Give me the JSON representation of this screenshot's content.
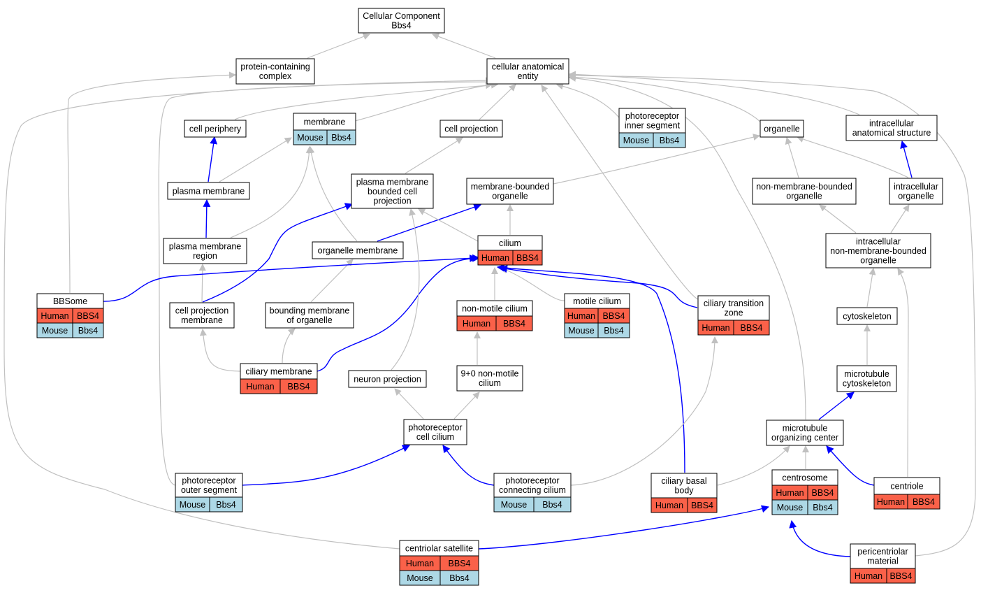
{
  "colors": {
    "human": "#fa6149",
    "mouse": "#add8e6",
    "is_a_edge": "#c0c0c0",
    "part_of_edge": "#0000ff"
  },
  "nodes": [
    {
      "id": "root",
      "lines": [
        "Cellular Component",
        "Bbs4"
      ]
    },
    {
      "id": "pcc",
      "lines": [
        "protein-containing",
        "complex"
      ]
    },
    {
      "id": "cae",
      "lines": [
        "cellular anatomical",
        "entity"
      ]
    },
    {
      "id": "cper",
      "lines": [
        "cell periphery"
      ]
    },
    {
      "id": "mem",
      "lines": [
        "membrane"
      ],
      "rows": [
        [
          "Mouse",
          "Bbs4"
        ]
      ]
    },
    {
      "id": "cproj",
      "lines": [
        "cell projection"
      ]
    },
    {
      "id": "pis",
      "lines": [
        "photoreceptor",
        "inner segment"
      ],
      "rows": [
        [
          "Mouse",
          "Bbs4"
        ]
      ]
    },
    {
      "id": "org",
      "lines": [
        "organelle"
      ]
    },
    {
      "id": "ias",
      "lines": [
        "intracellular",
        "anatomical structure"
      ]
    },
    {
      "id": "pm",
      "lines": [
        "plasma membrane"
      ]
    },
    {
      "id": "pmbcp",
      "lines": [
        "plasma membrane",
        "bounded cell",
        "projection"
      ]
    },
    {
      "id": "mbo",
      "lines": [
        "membrane-bounded",
        "organelle"
      ]
    },
    {
      "id": "nmbo",
      "lines": [
        "non-membrane-bounded",
        "organelle"
      ]
    },
    {
      "id": "io",
      "lines": [
        "intracellular",
        "organelle"
      ]
    },
    {
      "id": "pmr",
      "lines": [
        "plasma membrane",
        "region"
      ]
    },
    {
      "id": "om",
      "lines": [
        "organelle membrane"
      ]
    },
    {
      "id": "cil",
      "lines": [
        "cilium"
      ],
      "rows": [
        [
          "Human",
          "BBS4"
        ]
      ]
    },
    {
      "id": "inmbo",
      "lines": [
        "intracellular",
        "non-membrane-bounded",
        "organelle"
      ]
    },
    {
      "id": "bbs",
      "lines": [
        "BBSome"
      ],
      "rows": [
        [
          "Human",
          "BBS4"
        ],
        [
          "Mouse",
          "Bbs4"
        ]
      ]
    },
    {
      "id": "cpm",
      "lines": [
        "cell projection",
        "membrane"
      ]
    },
    {
      "id": "bmo",
      "lines": [
        "bounding membrane",
        "of organelle"
      ]
    },
    {
      "id": "nmc",
      "lines": [
        "non-motile cilium"
      ],
      "rows": [
        [
          "Human",
          "BBS4"
        ]
      ]
    },
    {
      "id": "mc",
      "lines": [
        "motile cilium"
      ],
      "rows": [
        [
          "Human",
          "BBS4"
        ],
        [
          "Mouse",
          "Bbs4"
        ]
      ]
    },
    {
      "id": "ctz",
      "lines": [
        "ciliary transition",
        "zone"
      ],
      "rows": [
        [
          "Human",
          "BBS4"
        ]
      ]
    },
    {
      "id": "cysk",
      "lines": [
        "cytoskeleton"
      ]
    },
    {
      "id": "cm",
      "lines": [
        "ciliary membrane"
      ],
      "rows": [
        [
          "Human",
          "BBS4"
        ]
      ]
    },
    {
      "id": "np",
      "lines": [
        "neuron projection"
      ]
    },
    {
      "id": "n90",
      "lines": [
        "9+0 non-motile",
        "cilium"
      ]
    },
    {
      "id": "mtc",
      "lines": [
        "microtubule",
        "cytoskeleton"
      ]
    },
    {
      "id": "pcc2",
      "lines": [
        "photoreceptor",
        "cell cilium"
      ]
    },
    {
      "id": "mtoc",
      "lines": [
        "microtubule",
        "organizing center"
      ]
    },
    {
      "id": "pos",
      "lines": [
        "photoreceptor",
        "outer segment"
      ],
      "rows": [
        [
          "Mouse",
          "Bbs4"
        ]
      ]
    },
    {
      "id": "pcon",
      "lines": [
        "photoreceptor",
        "connecting cilium"
      ],
      "rows": [
        [
          "Mouse",
          "Bbs4"
        ]
      ]
    },
    {
      "id": "cbb",
      "lines": [
        "ciliary basal",
        "body"
      ],
      "rows": [
        [
          "Human",
          "BBS4"
        ]
      ]
    },
    {
      "id": "cent",
      "lines": [
        "centrosome"
      ],
      "rows": [
        [
          "Human",
          "BBS4"
        ],
        [
          "Mouse",
          "Bbs4"
        ]
      ]
    },
    {
      "id": "ctr",
      "lines": [
        "centriole"
      ],
      "rows": [
        [
          "Human",
          "BBS4"
        ]
      ]
    },
    {
      "id": "csat",
      "lines": [
        "centriolar satellite"
      ],
      "rows": [
        [
          "Human",
          "BBS4"
        ],
        [
          "Mouse",
          "Bbs4"
        ]
      ]
    },
    {
      "id": "pcm",
      "lines": [
        "pericentriolar",
        "material"
      ],
      "rows": [
        [
          "Human",
          "BBS4"
        ]
      ]
    }
  ],
  "edges": [
    {
      "from": "pcc",
      "to": "root",
      "type": "is_a"
    },
    {
      "from": "cae",
      "to": "root",
      "type": "is_a"
    },
    {
      "from": "bbs",
      "to": "pcc",
      "type": "is_a"
    },
    {
      "from": "cper",
      "to": "cae",
      "type": "is_a"
    },
    {
      "from": "mem",
      "to": "cae",
      "type": "is_a"
    },
    {
      "from": "cproj",
      "to": "cae",
      "type": "is_a"
    },
    {
      "from": "pis",
      "to": "cae",
      "type": "is_a"
    },
    {
      "from": "org",
      "to": "cae",
      "type": "is_a"
    },
    {
      "from": "ias",
      "to": "cae",
      "type": "is_a"
    },
    {
      "from": "ctz",
      "to": "cae",
      "type": "is_a"
    },
    {
      "from": "mtoc",
      "to": "cae",
      "type": "is_a"
    },
    {
      "from": "pos",
      "to": "cae",
      "type": "is_a"
    },
    {
      "from": "csat",
      "to": "cae",
      "type": "is_a"
    },
    {
      "from": "pcm",
      "to": "cae",
      "type": "is_a"
    },
    {
      "from": "pm",
      "to": "cper",
      "type": "part_of"
    },
    {
      "from": "pm",
      "to": "mem",
      "type": "is_a"
    },
    {
      "from": "pmr",
      "to": "pm",
      "type": "part_of"
    },
    {
      "from": "pmr",
      "to": "mem",
      "type": "is_a"
    },
    {
      "from": "om",
      "to": "mem",
      "type": "is_a"
    },
    {
      "from": "pmbcp",
      "to": "cproj",
      "type": "is_a"
    },
    {
      "from": "mbo",
      "to": "org",
      "type": "is_a"
    },
    {
      "from": "nmbo",
      "to": "org",
      "type": "is_a"
    },
    {
      "from": "io",
      "to": "org",
      "type": "is_a"
    },
    {
      "from": "io",
      "to": "ias",
      "type": "part_of"
    },
    {
      "from": "om",
      "to": "mbo",
      "type": "part_of"
    },
    {
      "from": "cil",
      "to": "pmbcp",
      "type": "is_a"
    },
    {
      "from": "cil",
      "to": "mbo",
      "type": "is_a"
    },
    {
      "from": "cpm",
      "to": "pmbcp",
      "type": "part_of"
    },
    {
      "from": "inmbo",
      "to": "nmbo",
      "type": "is_a"
    },
    {
      "from": "inmbo",
      "to": "io",
      "type": "is_a"
    },
    {
      "from": "cpm",
      "to": "pmr",
      "type": "is_a"
    },
    {
      "from": "bmo",
      "to": "om",
      "type": "is_a"
    },
    {
      "from": "bbs",
      "to": "cil",
      "type": "part_of"
    },
    {
      "from": "nmc",
      "to": "cil",
      "type": "is_a"
    },
    {
      "from": "mc",
      "to": "cil",
      "type": "is_a"
    },
    {
      "from": "ctz",
      "to": "cil",
      "type": "part_of"
    },
    {
      "from": "cbb",
      "to": "cil",
      "type": "part_of"
    },
    {
      "from": "cm",
      "to": "cil",
      "type": "part_of"
    },
    {
      "from": "cm",
      "to": "cpm",
      "type": "is_a"
    },
    {
      "from": "cm",
      "to": "bmo",
      "type": "is_a"
    },
    {
      "from": "cysk",
      "to": "inmbo",
      "type": "is_a"
    },
    {
      "from": "mtc",
      "to": "cysk",
      "type": "is_a"
    },
    {
      "from": "ctr",
      "to": "inmbo",
      "type": "is_a"
    },
    {
      "from": "np",
      "to": "pmbcp",
      "type": "is_a"
    },
    {
      "from": "n90",
      "to": "nmc",
      "type": "is_a"
    },
    {
      "from": "pcc2",
      "to": "np",
      "type": "is_a"
    },
    {
      "from": "pcc2",
      "to": "n90",
      "type": "is_a"
    },
    {
      "from": "mtoc",
      "to": "mtc",
      "type": "part_of"
    },
    {
      "from": "pos",
      "to": "pcc2",
      "type": "part_of"
    },
    {
      "from": "pcon",
      "to": "pcc2",
      "type": "part_of"
    },
    {
      "from": "pcon",
      "to": "ctz",
      "type": "is_a"
    },
    {
      "from": "cbb",
      "to": "mtoc",
      "type": "is_a"
    },
    {
      "from": "cent",
      "to": "mtoc",
      "type": "is_a"
    },
    {
      "from": "ctr",
      "to": "mtoc",
      "type": "part_of"
    },
    {
      "from": "csat",
      "to": "cent",
      "type": "part_of"
    },
    {
      "from": "pcm",
      "to": "cent",
      "type": "part_of"
    }
  ]
}
